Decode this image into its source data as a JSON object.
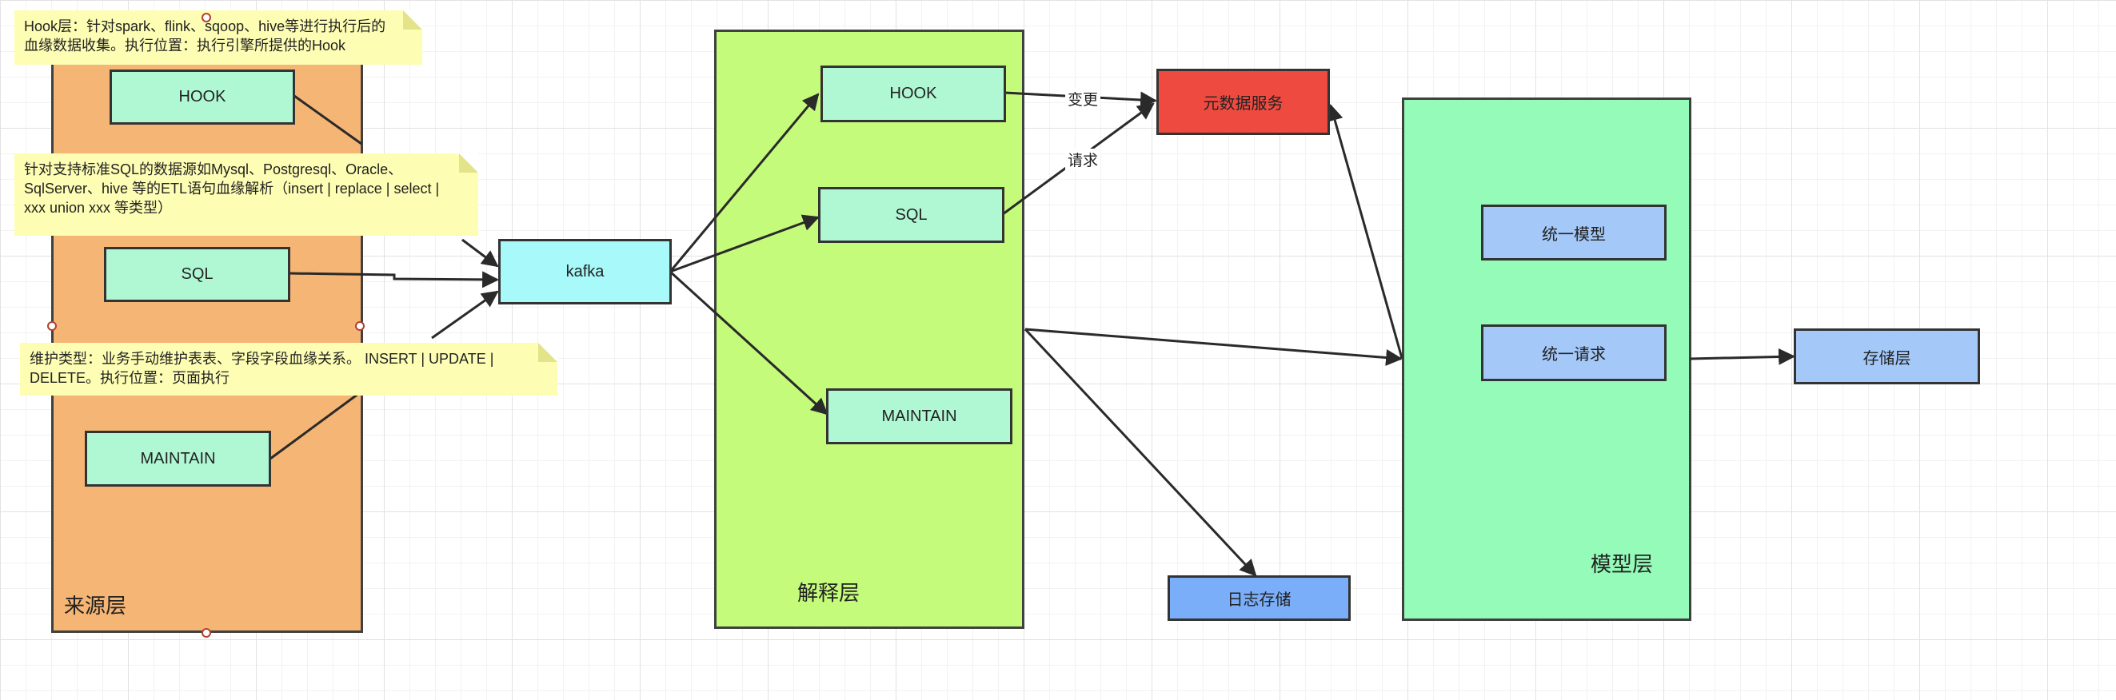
{
  "layers": {
    "source": "来源层",
    "interpret": "解释层",
    "model": "模型层"
  },
  "nodes": {
    "src_hook": "HOOK",
    "src_sql": "SQL",
    "src_maintain": "MAINTAIN",
    "kafka": "kafka",
    "int_hook": "HOOK",
    "int_sql": "SQL",
    "int_maintain": "MAINTAIN",
    "metadata_service": "元数据服务",
    "log_storage": "日志存储",
    "unified_model": "统一模型",
    "unified_request": "统一请求",
    "storage_layer": "存储层"
  },
  "edge_labels": {
    "change": "变更",
    "request": "请求"
  },
  "notes": {
    "hook": "Hook层：针对spark、flink、sqoop、hive等进行执行后的\n血缘数据收集。执行位置：执行引擎所提供的Hook",
    "sql": "针对支持标准SQL的数据源如Mysql、Postgresql、Oracle、\nSqlServer、hive 等的ETL语句血缘解析（insert | replace | select |\nxxx union xxx  等类型）",
    "maintain": "维护类型：业务手动维护表表、字段字段血缘关系。 INSERT | UPDATE  |\nDELETE。执行位置：页面执行"
  },
  "colors": {
    "source_layer": "#f5b574",
    "interpret_layer": "#c4fb7b",
    "model_layer": "#94fbb8",
    "node_green": "#b0f8d4",
    "kafka": "#a8f9f9",
    "metadata_service": "#ef4a40",
    "blue_node": "#a4c8f8",
    "log_storage": "#7aaef8",
    "note": "#fdfdb3"
  }
}
